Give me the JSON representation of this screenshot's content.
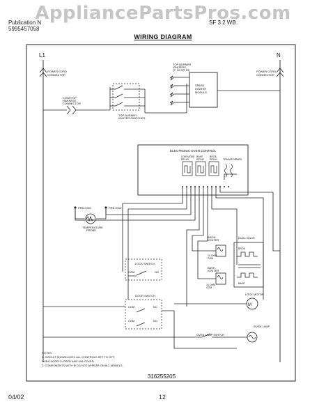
{
  "watermark": "AppliancePartsPros.com",
  "header": {
    "left_line1": "Publication N",
    "left_line2": "5995457058",
    "right_line1": "SF 3 2 WB"
  },
  "title": "WIRING DIAGRAM",
  "rails": {
    "left": "L1",
    "right": "N"
  },
  "labels": {
    "power_cord_left": [
      "POWER CORD",
      "CONNECTOR"
    ],
    "power_cord_right": [
      "POWER CORD",
      "CONNECTOR"
    ],
    "cooktop_harness": [
      "COOKTOP",
      "HARNESS",
      "CONNECTOR"
    ],
    "top_burner_igniters": [
      "TOP BURNER",
      "IGNITERS",
      "(7, 10 OR 13)"
    ],
    "spark_module": [
      "SPARK",
      "IGNITER",
      "MODULE"
    ],
    "top_burner_switches": [
      "TOP BURNER",
      "IGNITER SWITCHES"
    ],
    "eoc": "ELECTRONIC OVEN CONTROL",
    "relays": [
      [
        "LOW MODE",
        "RELAY"
      ],
      [
        "BAKE",
        "RELAY"
      ],
      [
        "BROIL",
        "RELAY"
      ]
    ],
    "transformer": "TRANSFORMER",
    "prb_com": "PRB COM",
    "prb_con": "PRB CON",
    "temp_probe": [
      "TEMPERATURE",
      "PROBE"
    ],
    "lock_switch": "LOCK SWITCH",
    "com": "COM",
    "no": "NO",
    "nc": "NC",
    "door_switch": "DOOR SWITCH",
    "broil_igniter": [
      "BROIL",
      "IGNITER"
    ],
    "dual_valve": "DUAL VALVE",
    "bake_igniter": [
      "BAKE",
      "IGNITER"
    ],
    "broil": "BROIL",
    "bake": "BAKE",
    "ten_ohm": "10 OHM",
    "lock_motor": "LOCK MOTOR",
    "oven_lamp": "OVEN LAMP",
    "oven_lamp_switch": "OVEN LAMP SWITCH"
  },
  "notes": [
    "NOTES:",
    "1.  CIRCUIT SHOWN WITH ALL CONTROLS SET TO OFF,",
    "     OVEN DOOR CLOSED AND UNLOCKED.",
    "2.  COMPONENTS WITH  ⊗  DO NOT APPEAR ON ALL MODELS."
  ],
  "part_number": "316255205",
  "footer": {
    "date": "04/02",
    "page": "12"
  }
}
